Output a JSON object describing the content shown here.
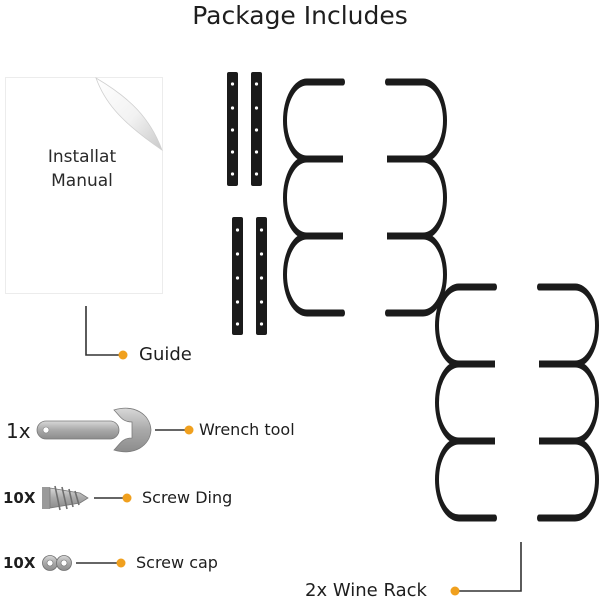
{
  "header": {
    "title": "Package Includes"
  },
  "manual": {
    "line1": "Installat",
    "line2": "Manual"
  },
  "labels": {
    "guide": "Guide",
    "wrench_qty": "1x",
    "wrench": "Wrench tool",
    "screw_qty": "10X",
    "screw": "Screw Ding",
    "cap_qty": "10X",
    "cap": "Screw cap",
    "rack_qty": "2x",
    "rack": "Wine Rack"
  },
  "colors": {
    "accent": "#f0a01e",
    "metal": "#1b1b1b",
    "line": "#333333"
  }
}
